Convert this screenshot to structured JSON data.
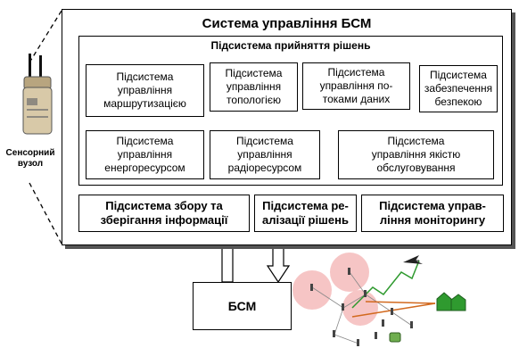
{
  "system_title": "Система управління БСМ",
  "decision_subsystem_title": "Підсистема прийняття рішень",
  "subsystems_top": [
    "Підсистема\nуправління\nмаршрутизацією",
    "Підсистема\nуправління\nтопологією",
    "Підсистема\nуправління по-\nтоками даних",
    "Підсистема\nзабезпечення\nбезпекою"
  ],
  "subsystems_bottom": [
    "Підсистема\nуправління\nенергоресурсом",
    "Підсистема\nуправління\nрадіоресурсом",
    "Підсистема\nуправління якістю\nобслуговування"
  ],
  "lower_subsystems": [
    "Підсистема збору та\nзберігання інформації",
    "Підсистема ре-\nалізації рішень",
    "Підсистема управ-\nління моніторингу"
  ],
  "sensor_label": "Сенсорний\nвузол",
  "network_label": "БСМ",
  "colors": {
    "accent_green": "#2f9a2f",
    "link_orange": "#d2691e",
    "pink": "#f4b6b6",
    "device_tan": "#d8c9a8"
  }
}
